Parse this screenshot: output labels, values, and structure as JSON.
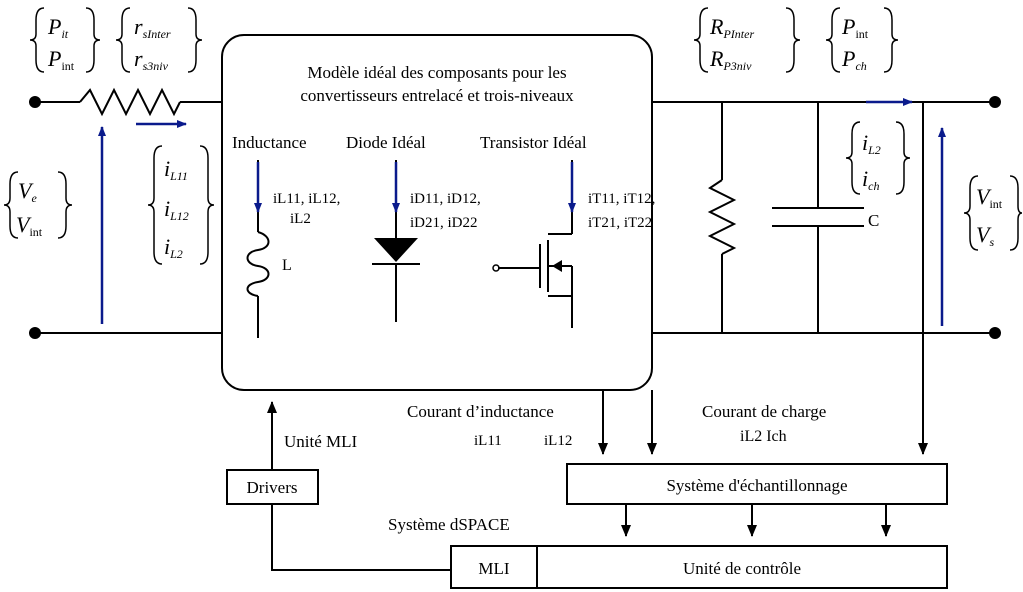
{
  "block": {
    "title_line1": "Modèle idéal des composants pour les",
    "title_line2": "convertisseurs entrelacé et trois-niveaux",
    "inductance": "Inductance",
    "diode": "Diode Idéal",
    "transistor": "Transistor Idéal",
    "inductor_currents_1": "iL11, iL12,",
    "inductor_currents_2": "iL2",
    "inductor_symbol": "L",
    "diode_currents_1": "iD11, iD12,",
    "diode_currents_2": "iD21, iD22",
    "transistor_currents_1": "iT11, iT12,",
    "transistor_currents_2": "iT21, iT22"
  },
  "input": {
    "power_1": "P",
    "power_1_sub": "it",
    "power_2": "P",
    "power_2_sub": "int",
    "res_1": "r",
    "res_1_sub": "sInter",
    "res_2": "r",
    "res_2_sub": "s3niv",
    "volt_1": "V",
    "volt_1_sub": "e",
    "volt_2": "V",
    "volt_2_sub": "int",
    "cur_1": "i",
    "cur_1_sub": "L11",
    "cur_2": "i",
    "cur_2_sub": "L12",
    "cur_3": "i",
    "cur_3_sub": "L2"
  },
  "output": {
    "res_1": "R",
    "res_1_sub": "PInter",
    "res_2": "R",
    "res_2_sub": "P3niv",
    "power_1": "P",
    "power_1_sub": "int",
    "power_2": "P",
    "power_2_sub": "ch",
    "cur_1": "i",
    "cur_1_sub": "L2",
    "cur_2": "i",
    "cur_2_sub": "ch",
    "volt_1": "V",
    "volt_1_sub": "int",
    "volt_2": "V",
    "volt_2_sub": "s",
    "cap_symbol": "C"
  },
  "control": {
    "courant_inductance": "Courant d’inductance",
    "iL11": "iL11",
    "iL12": "iL12",
    "courant_charge": "Courant de charge",
    "iL2_ich": "iL2  Ich",
    "unite_mli": "Unité MLI",
    "drivers": "Drivers",
    "echantillonnage": "Système d'échantillonnage",
    "dspace": "Système dSPACE",
    "mli": "MLI",
    "controle": "Unité de contrôle"
  },
  "colors": {
    "arrow": "#0a1a8c",
    "wire": "#000000"
  }
}
